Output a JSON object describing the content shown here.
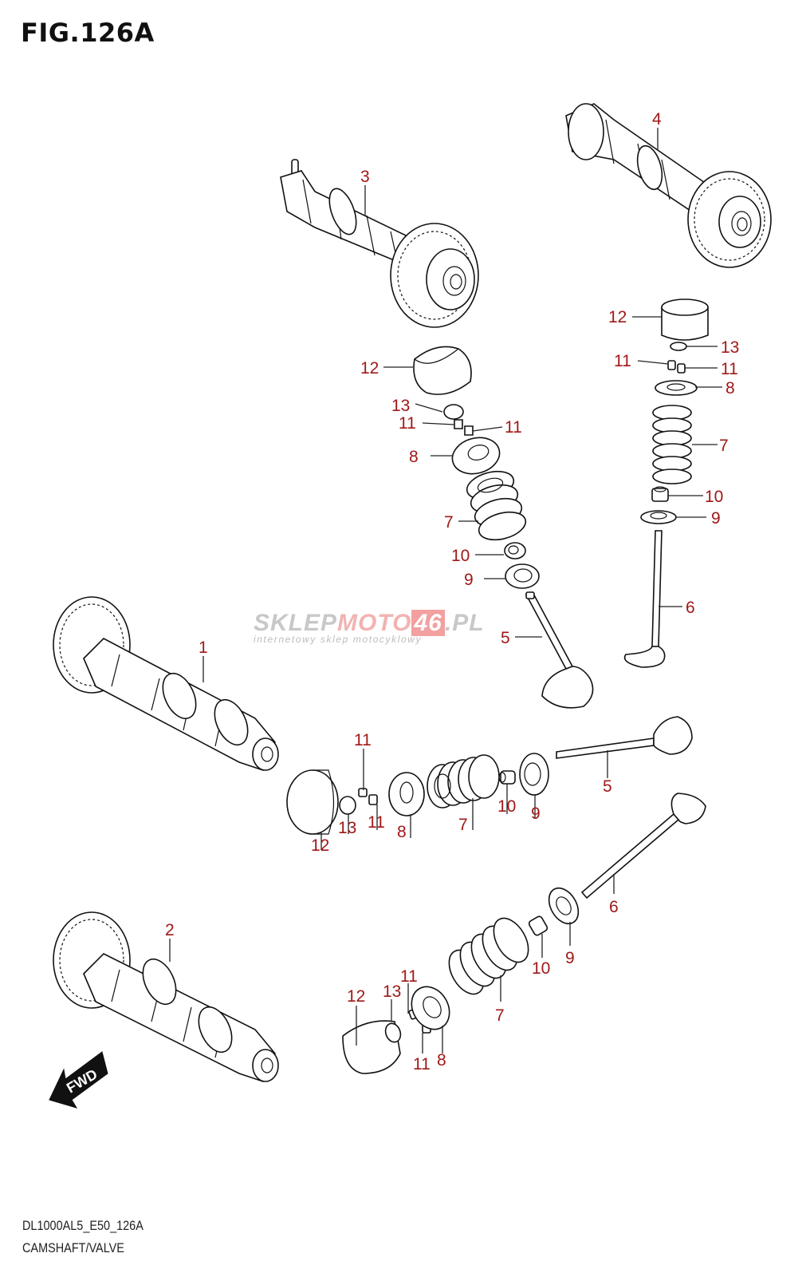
{
  "header": {
    "figure_title": "FIG.126A"
  },
  "footer": {
    "model_code": "DL1000AL5_E50_126A",
    "section_name": "CAMSHAFT/VALVE"
  },
  "watermark": {
    "part_a": "SKLEP",
    "part_b": "MOTO",
    "part_c": "46",
    "part_d": ".PL",
    "tagline": "internetowy sklep motocyklowy"
  },
  "fwd_label": "FWD",
  "colors": {
    "callout": "#a01818",
    "line": "#111111"
  },
  "parts": [
    {
      "id": "1",
      "name": "camshaft"
    },
    {
      "id": "2",
      "name": "camshaft"
    },
    {
      "id": "3",
      "name": "camshaft"
    },
    {
      "id": "4",
      "name": "camshaft"
    },
    {
      "id": "5",
      "name": "valve"
    },
    {
      "id": "6",
      "name": "valve"
    },
    {
      "id": "7",
      "name": "valve spring"
    },
    {
      "id": "8",
      "name": "spring retainer"
    },
    {
      "id": "9",
      "name": "spring seat"
    },
    {
      "id": "10",
      "name": "stem seal"
    },
    {
      "id": "11",
      "name": "cotter"
    },
    {
      "id": "12",
      "name": "tappet"
    },
    {
      "id": "13",
      "name": "shim"
    }
  ],
  "callouts": [
    {
      "label": "3"
    },
    {
      "label": "4"
    },
    {
      "label": "12"
    },
    {
      "label": "13"
    },
    {
      "label": "11"
    },
    {
      "label": "11"
    },
    {
      "label": "8"
    },
    {
      "label": "7"
    },
    {
      "label": "10"
    },
    {
      "label": "9"
    },
    {
      "label": "6"
    },
    {
      "label": "12"
    },
    {
      "label": "13"
    },
    {
      "label": "11"
    },
    {
      "label": "11"
    },
    {
      "label": "8"
    },
    {
      "label": "7"
    },
    {
      "label": "10"
    },
    {
      "label": "9"
    },
    {
      "label": "5"
    },
    {
      "label": "1"
    },
    {
      "label": "11"
    },
    {
      "label": "13"
    },
    {
      "label": "11"
    },
    {
      "label": "8"
    },
    {
      "label": "7"
    },
    {
      "label": "10"
    },
    {
      "label": "9"
    },
    {
      "label": "5"
    },
    {
      "label": "12"
    },
    {
      "label": "2"
    },
    {
      "label": "6"
    },
    {
      "label": "9"
    },
    {
      "label": "10"
    },
    {
      "label": "7"
    },
    {
      "label": "11"
    },
    {
      "label": "13"
    },
    {
      "label": "12"
    },
    {
      "label": "11"
    },
    {
      "label": "8"
    }
  ]
}
